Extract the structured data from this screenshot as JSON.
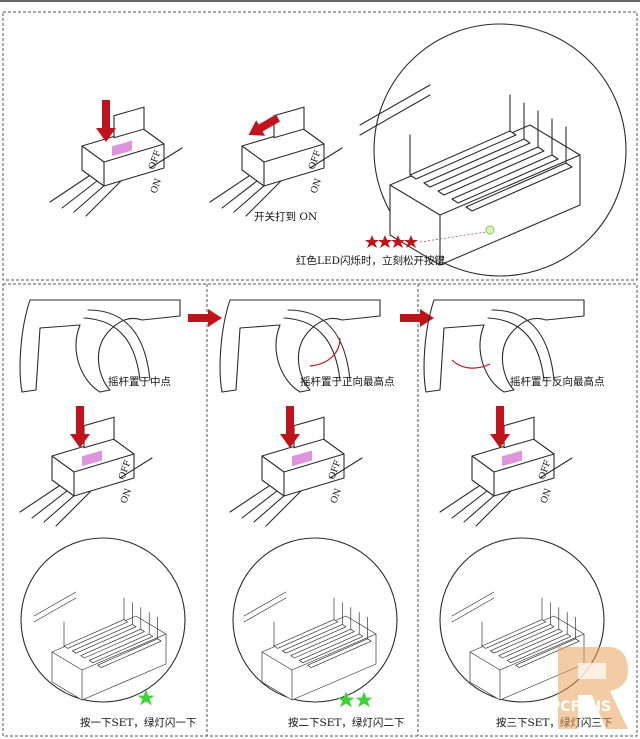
{
  "steps": {
    "switch_on_label": "开关打到 ON",
    "red_led_label": "红色LED闪烁时，立刻松开按键",
    "stick_neutral_label": "摇杆置于中点",
    "stick_forward_label": "摇杆置于正向最高点",
    "stick_reverse_label": "摇杆置于反向最高点",
    "press_once_label": "按一下SET，绿灯闪一下",
    "press_twice_label": "按二下SET，绿灯闪二下",
    "press_thrice_label": "按三下SET，绿灯闪三下"
  },
  "switch": {
    "off_label": "OFF",
    "on_label": "ON"
  },
  "watermark": {
    "text": "PCFANS"
  },
  "colors": {
    "arrow": "#c0131b",
    "red_led": "#c0131b",
    "green_led": "#3fd23a",
    "button_pink": "#d67bd6",
    "watermark": "#e6a35a"
  },
  "icons": {
    "arrow": "red-arrow-icon",
    "led_star": "star-burst-icon"
  }
}
